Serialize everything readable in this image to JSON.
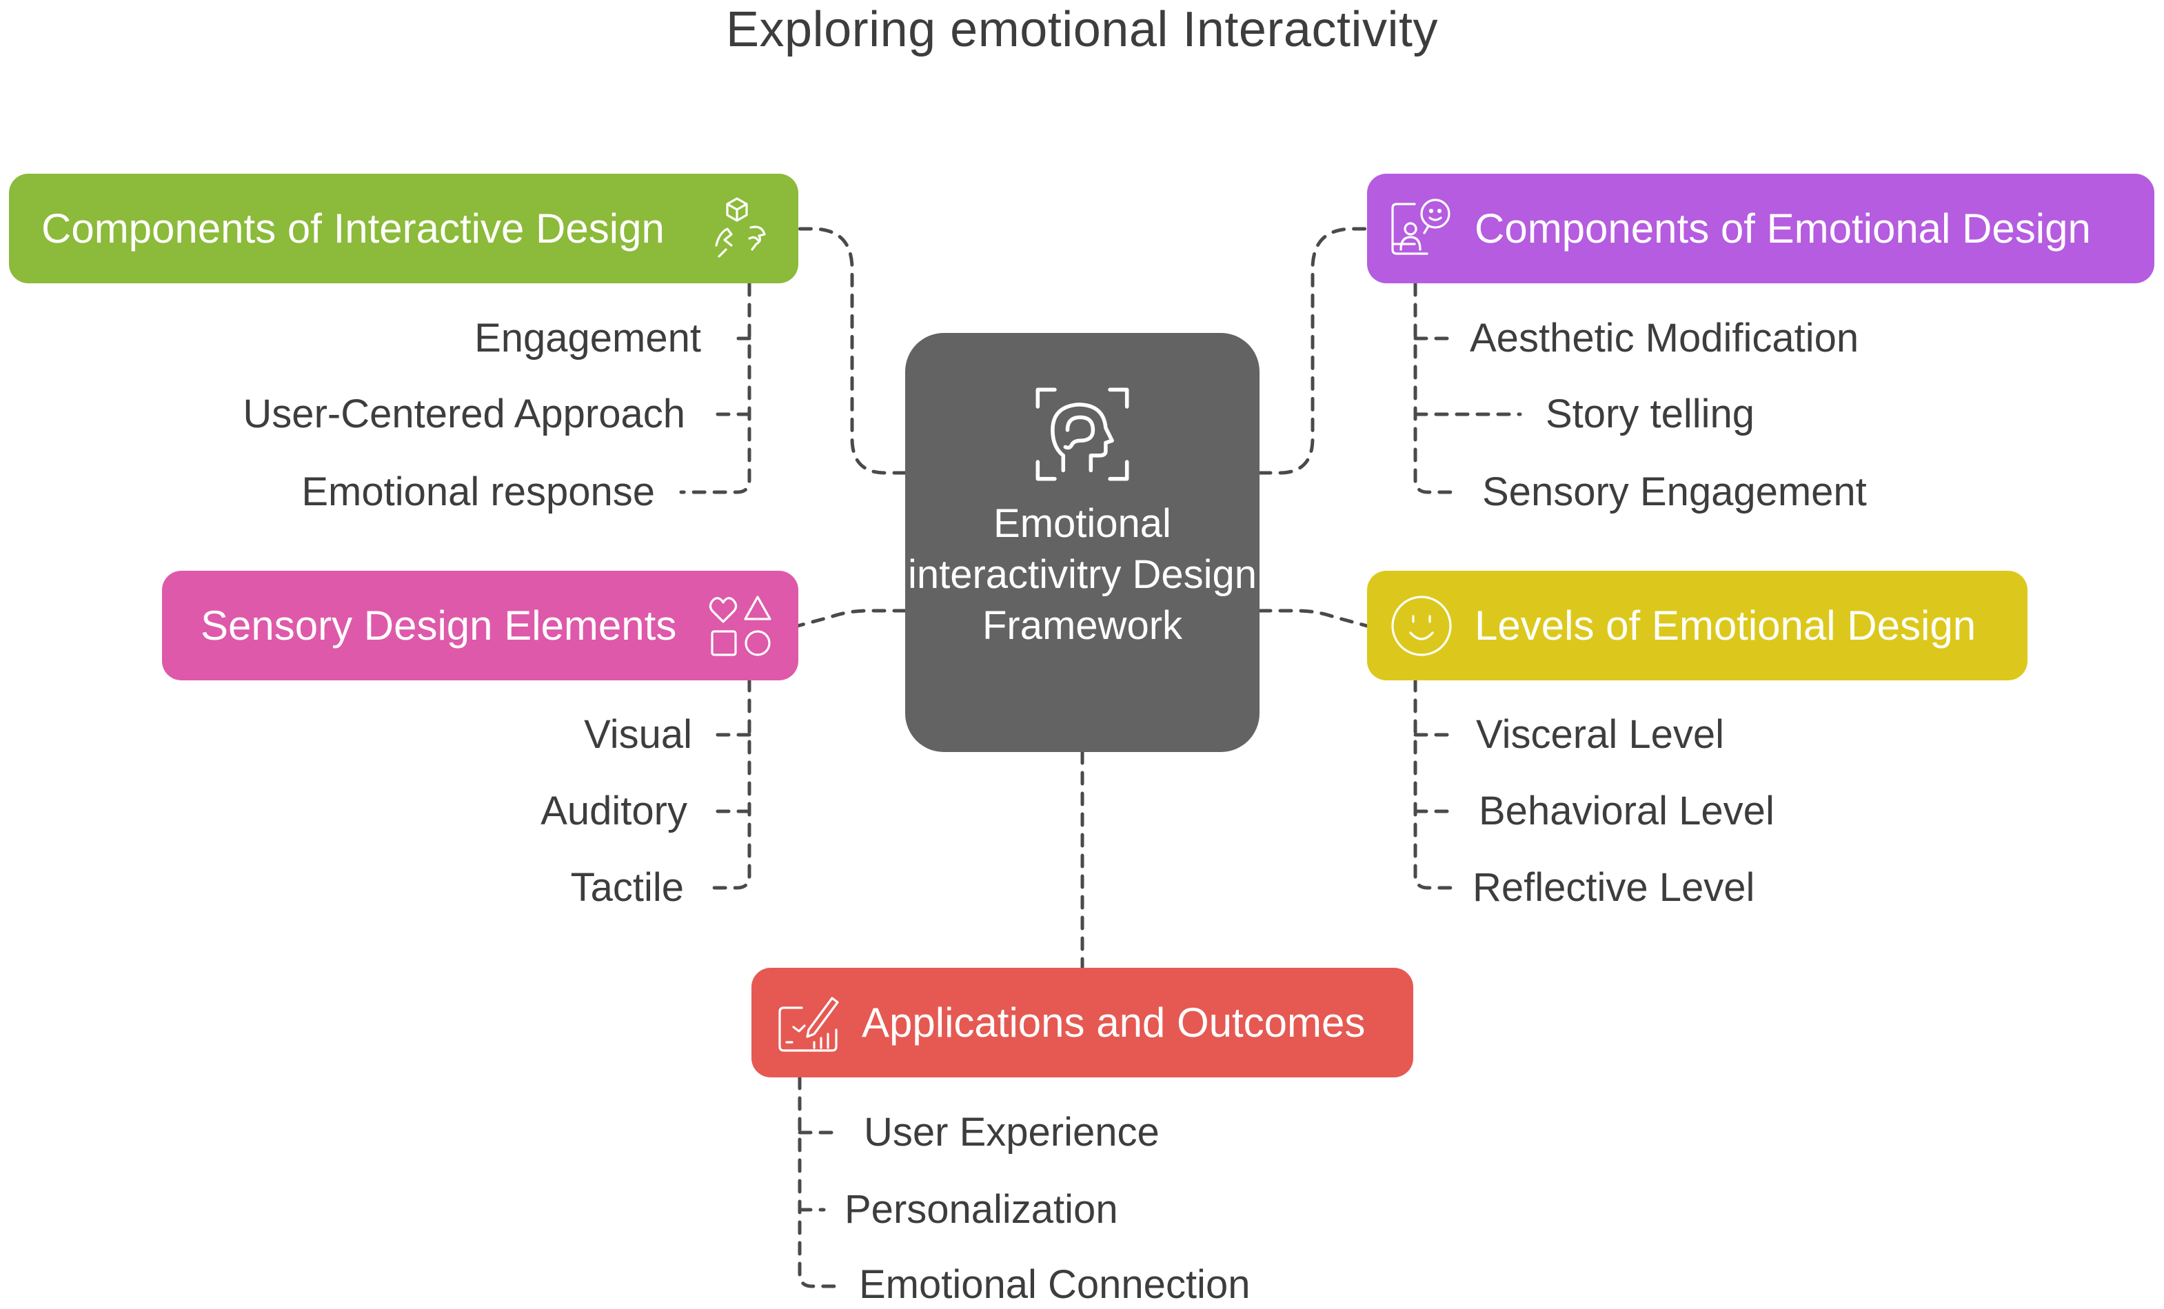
{
  "title": "Exploring emotional Interactivity",
  "center": {
    "label": "Emotional interactivitry Design Framework",
    "icon": "head-brain-scan-icon"
  },
  "branches": {
    "interactive_design": {
      "title": "Components of Interactive Design",
      "color": "#8cba3a",
      "icon": "interactive-hand-cube-icon",
      "items": [
        "Engagement",
        "User-Centered Approach",
        "Emotional response"
      ]
    },
    "emotional_design": {
      "title": "Components of Emotional Design",
      "color": "#b55ce0",
      "icon": "screen-smiley-user-icon",
      "items": [
        "Aesthetic Modification",
        "Story telling",
        "Sensory Engagement"
      ]
    },
    "sensory_design": {
      "title": "Sensory Design Elements",
      "color": "#de59a9",
      "icon": "shapes-icon",
      "items": [
        "Visual",
        "Auditory",
        "Tactile"
      ]
    },
    "levels_emotional": {
      "title": "Levels of Emotional Design",
      "color": "#dcc81c",
      "icon": "smiley-face-icon",
      "items": [
        "Visceral Level",
        "Behavioral Level",
        "Reflective Level"
      ]
    },
    "applications": {
      "title": "Applications and Outcomes",
      "color": "#e55952",
      "icon": "tablet-pen-chart-icon",
      "items": [
        "User Experience",
        "Personalization",
        "Emotional Connection"
      ]
    }
  }
}
